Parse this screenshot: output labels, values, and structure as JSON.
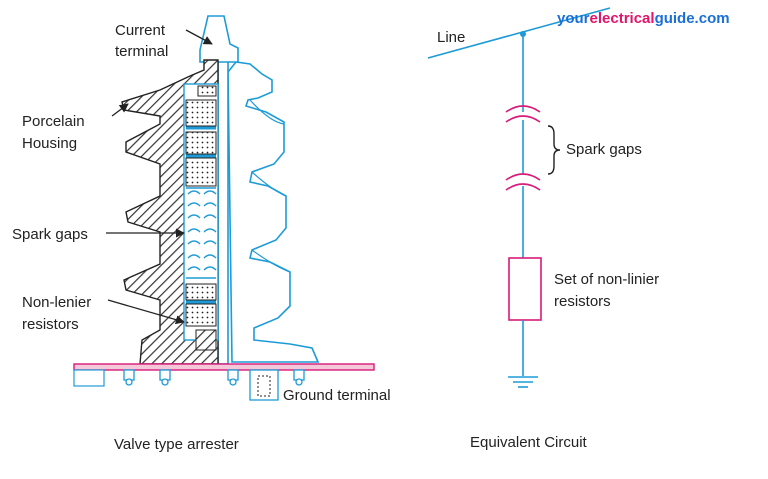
{
  "watermark": {
    "part1": "your",
    "part2": "electrical",
    "part3": "guide.com",
    "color1": "#1a6fd8",
    "color2": "#e0156a",
    "color3": "#1a6fd8"
  },
  "arrester": {
    "current_terminal_line1": "Current",
    "current_terminal_line2": "terminal",
    "porcelain_line1": "Porcelain",
    "porcelain_line2": "Housing",
    "spark_gaps": "Spark gaps",
    "resistors_line1": "Non-lenier",
    "resistors_line2": "resistors",
    "ground_terminal": "Ground terminal",
    "caption": "Valve type arrester"
  },
  "circuit": {
    "line": "Line",
    "spark_gaps": "Spark gaps",
    "resistors_line1": "Set of non-linier",
    "resistors_line2": "resistors",
    "caption": "Equivalent Circuit"
  },
  "colors": {
    "outline": "#1e9bd6",
    "component": "#d81b7a",
    "hatch": "#333333",
    "text": "#222222"
  }
}
